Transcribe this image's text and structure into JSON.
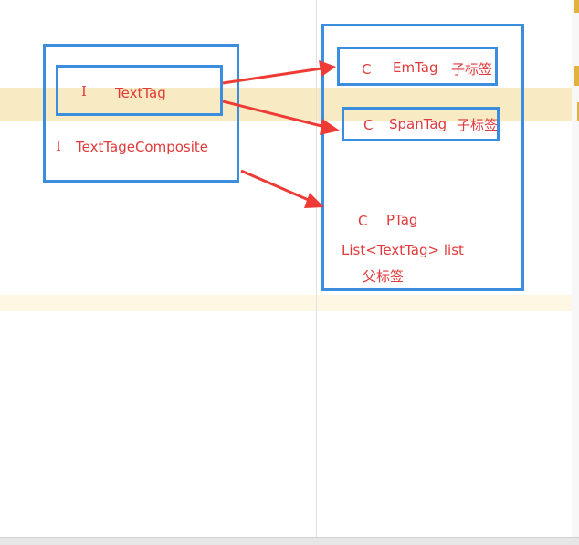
{
  "left_group": {
    "inner": {
      "marker": "I",
      "label": "TextTag"
    },
    "composite": {
      "marker": "I",
      "label": "TextTageComposite"
    }
  },
  "right_group": {
    "em": {
      "marker": "C",
      "label": "EmTag",
      "role": "子标签"
    },
    "span": {
      "marker": "C",
      "label": "SpanTag",
      "role": "子标签"
    },
    "p": {
      "marker": "C",
      "label": "PTag",
      "field": "List<TextTag> list",
      "role": "父标签"
    }
  },
  "colors": {
    "box": "#3b8ddd",
    "text": "#e03a3a",
    "arrow": "#ee3b35",
    "highlight": "#f8ebc3"
  }
}
